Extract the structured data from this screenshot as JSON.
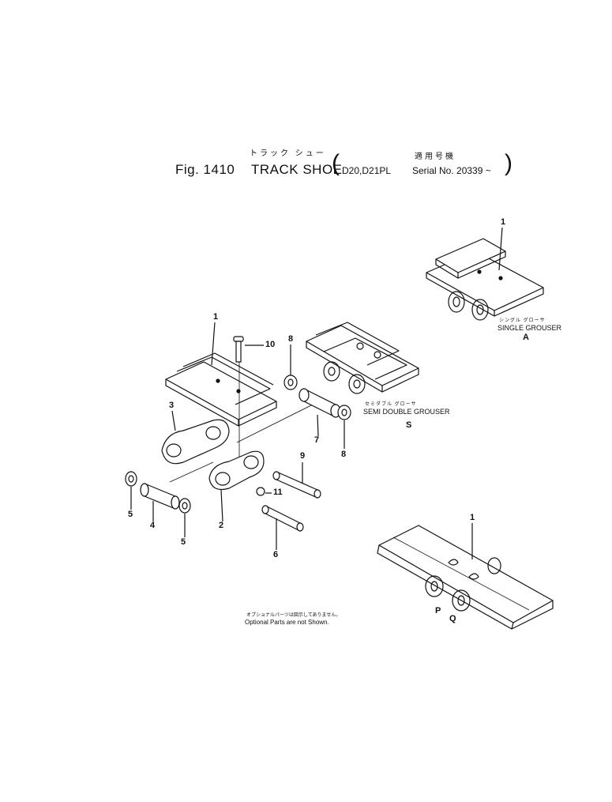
{
  "header": {
    "jp_title": "トラック シュー",
    "fig_label": "Fig. 1410",
    "title": "TRACK SHOE",
    "models": "D20,D21PL",
    "jp_serial": "適用号機",
    "serial": "Serial No. 20339 ~"
  },
  "callouts": {
    "c1a": "1",
    "c1b": "1",
    "c1c": "1",
    "c10": "10",
    "c8a": "8",
    "c8b": "8",
    "c3": "3",
    "c7": "7",
    "c9": "9",
    "c5a": "5",
    "c5b": "5",
    "c4": "4",
    "c2": "2",
    "c11": "11",
    "c6": "6",
    "cA": "A",
    "cS": "S",
    "cP": "P",
    "cQ": "Q"
  },
  "variants": {
    "single_jp": "シングル グローサ",
    "single": "SINGLE GROUSER",
    "semi_jp": "セミダブル グローサ",
    "semi": "SEMI DOUBLE GROUSER"
  },
  "note": {
    "jp": "オプショナルパーツは図示してありません。",
    "en": "Optional Parts are not Shown."
  }
}
